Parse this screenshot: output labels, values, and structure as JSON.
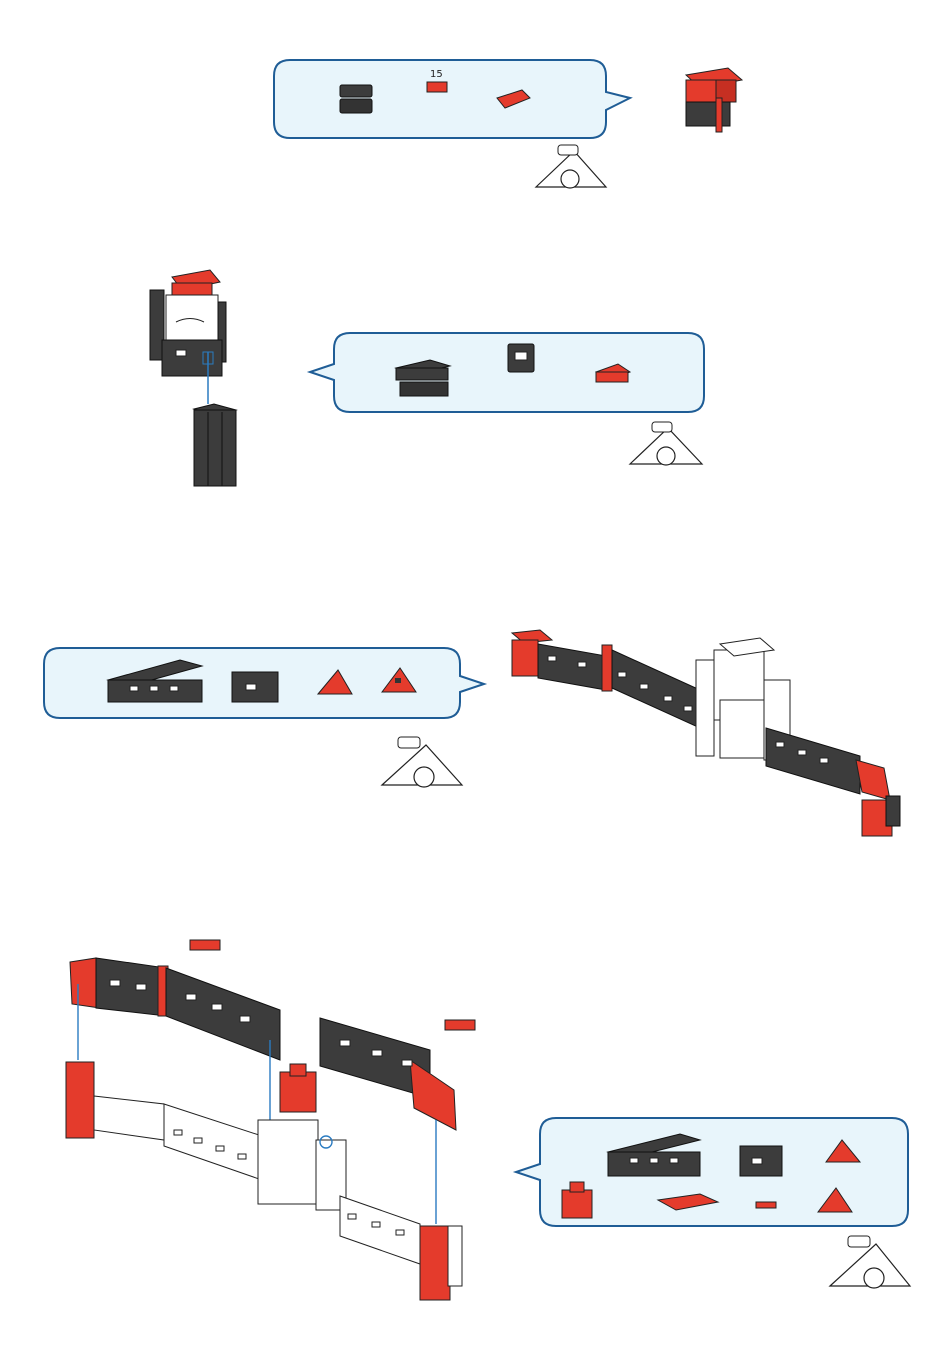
{
  "colors": {
    "bubble_fill": "#e8f5fb",
    "bubble_stroke": "#1f5d96",
    "block_dark": "#3c3c3c",
    "block_red": "#e43b2c",
    "block_white": "#ffffff",
    "arrow_blue": "#2a7bc1"
  },
  "steps": [
    {
      "parts_labels": [
        "15"
      ]
    },
    {
      "parts_labels": []
    },
    {
      "parts_labels": []
    },
    {
      "parts_labels": []
    }
  ],
  "icons": [
    "parts-bubble",
    "mouse-cheese-icon",
    "assembly-illustration"
  ]
}
